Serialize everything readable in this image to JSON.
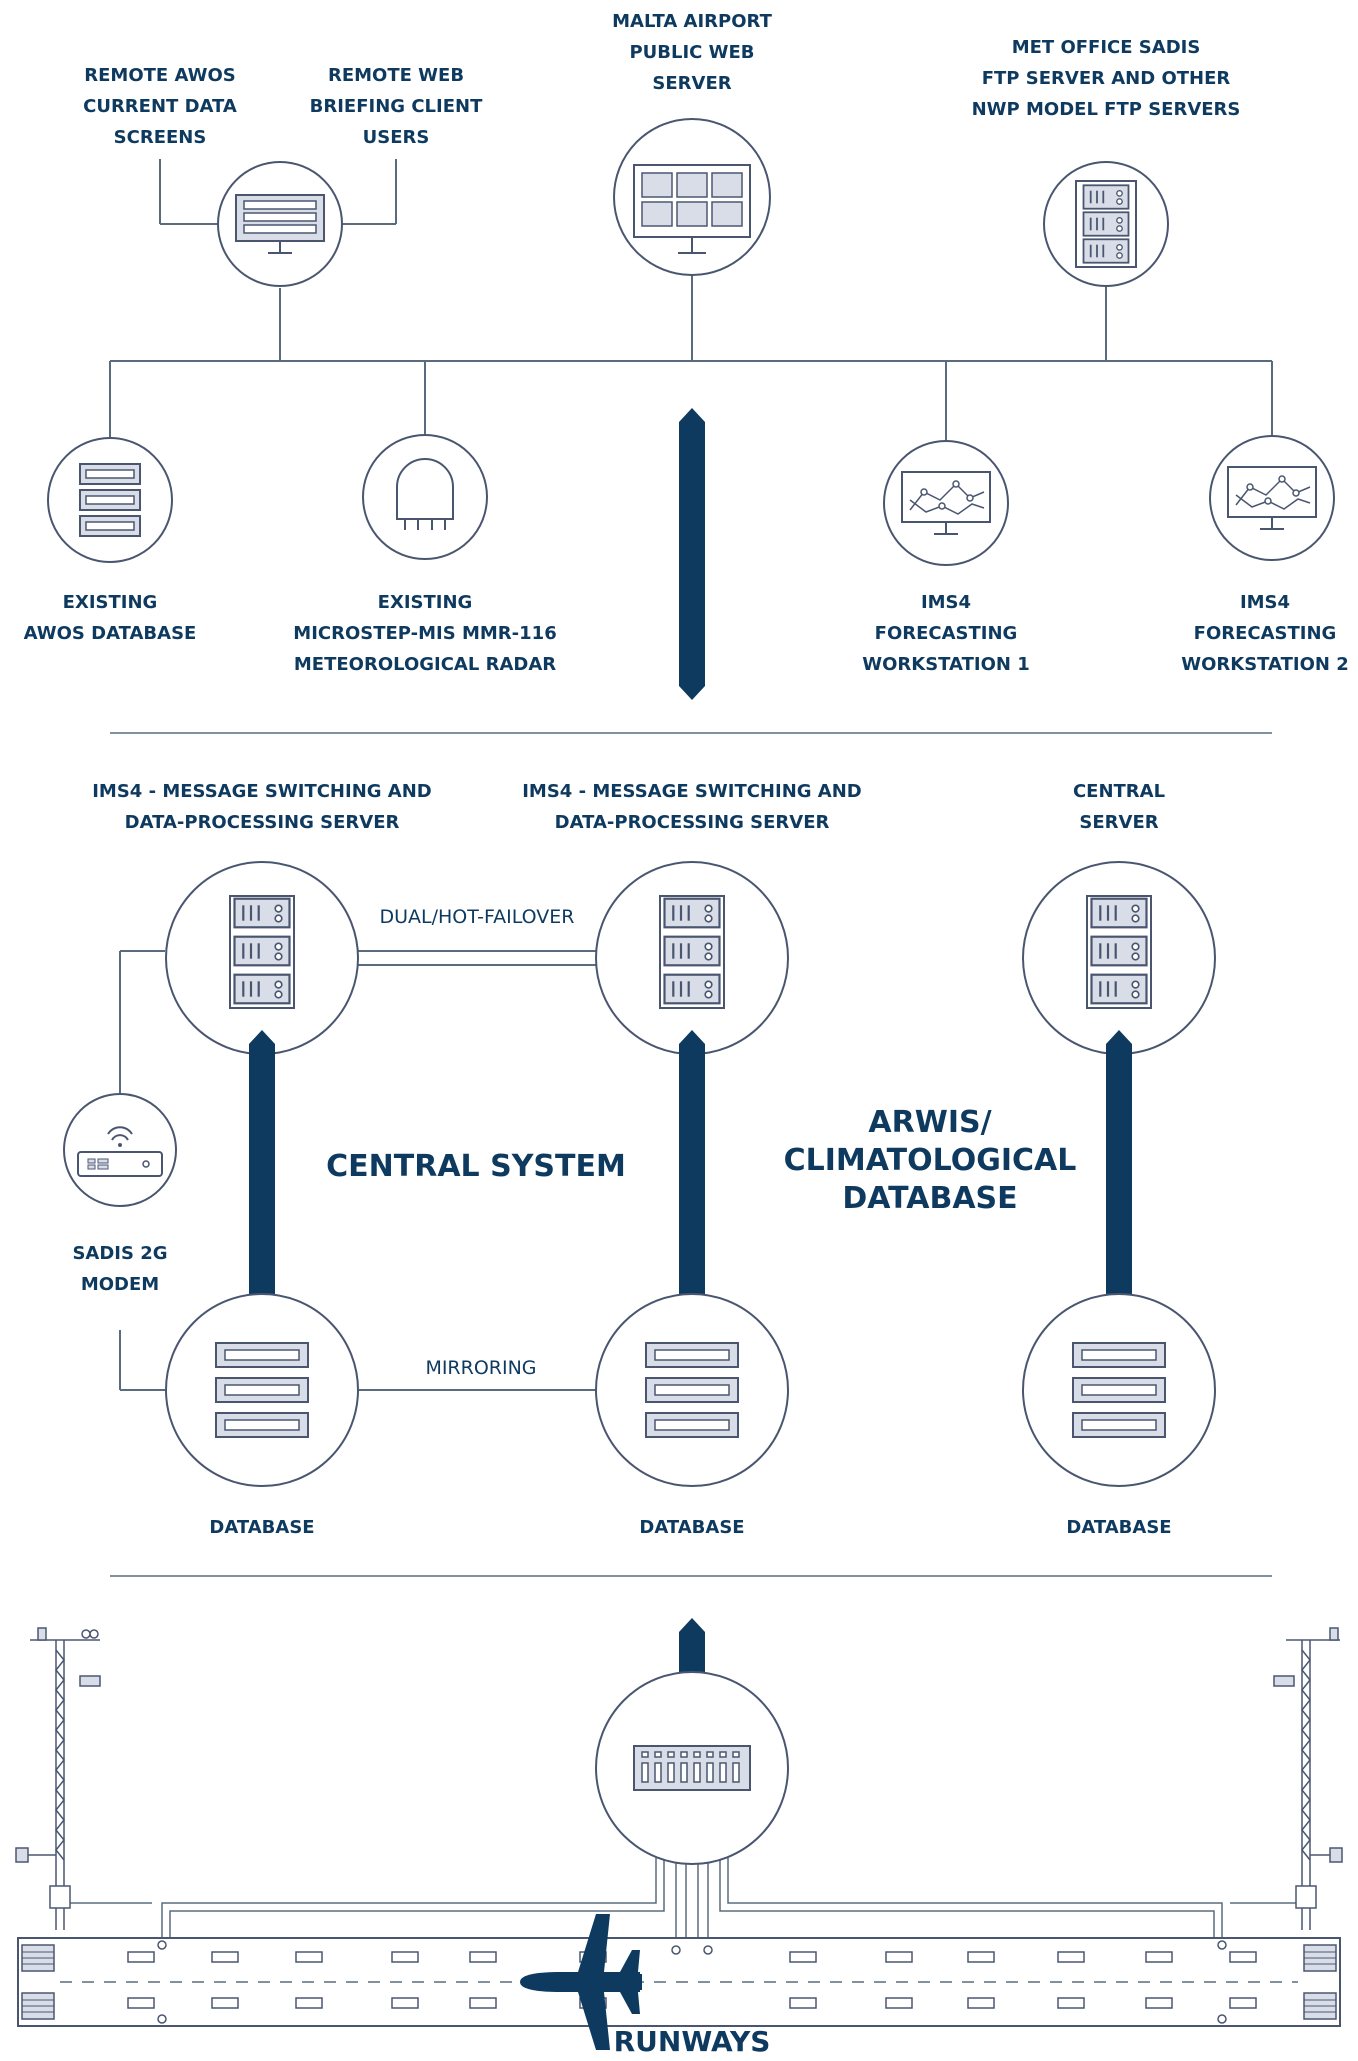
{
  "top": {
    "remote_awos": "REMOTE AWOS\nCURRENT DATA\nSCREENS",
    "remote_web": "REMOTE WEB\nBRIEFING CLIENT\nUSERS",
    "malta_web": "MALTA AIRPORT\nPUBLIC WEB\nSERVER",
    "met_office": "MET OFFICE SADIS\nFTP SERVER AND OTHER\nNWP MODEL FTP SERVERS",
    "awos_db": "EXISTING\nAWOS DATABASE",
    "radar": "EXISTING\nMICROSTEP-MIS MMR-116\nMETEOROLOGICAL RADAR",
    "ws1": "IMS4\nFORECASTING\nWORKSTATION 1",
    "ws2": "IMS4\nFORECASTING\nWORKSTATION 2"
  },
  "middle": {
    "server1": "IMS4 - MESSAGE SWITCHING AND\nDATA-PROCESSING SERVER",
    "server2": "IMS4 - MESSAGE SWITCHING AND\nDATA-PROCESSING SERVER",
    "central_server": "CENTRAL\nSERVER",
    "failover": "DUAL/HOT-FAILOVER",
    "mirroring": "MIRRORING",
    "central_system": "CENTRAL SYSTEM",
    "arwis": "ARWIS/\nCLIMATOLOGICAL\nDATABASE",
    "modem": "SADIS 2G\nMODEM",
    "db1": "DATABASE",
    "db2": "DATABASE",
    "db3": "DATABASE"
  },
  "bottom": {
    "runways": "RUNWAYS"
  },
  "colors": {
    "navy": "#0f3a5f",
    "line": "#5a6b7d",
    "icon_fill": "#d9dde8",
    "icon_stroke": "#4a5670"
  }
}
